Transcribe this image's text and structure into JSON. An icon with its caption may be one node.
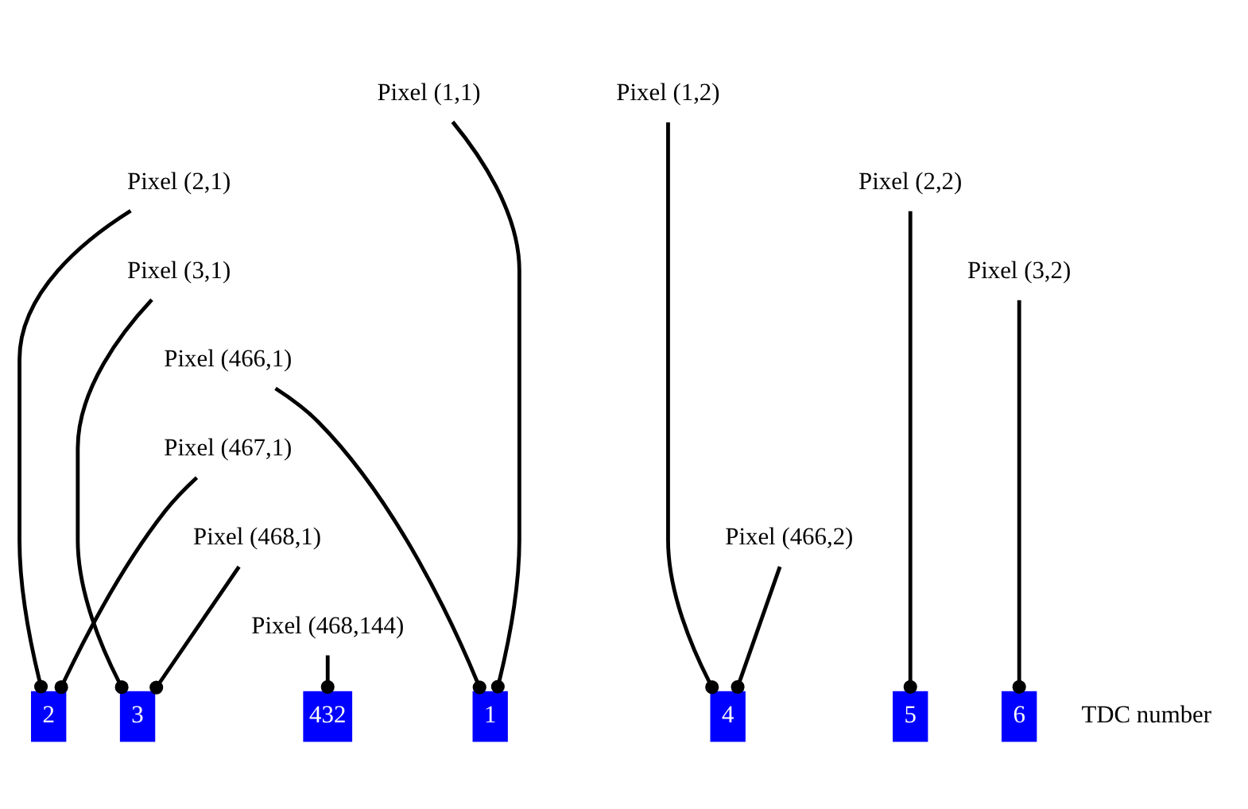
{
  "diagram": {
    "nodes": [
      {
        "text": [
          "Pixel (1,1)"
        ]
      },
      {
        "text": [
          "Pixel (1,2)"
        ]
      },
      {
        "text": [
          "Pixel (2,1)"
        ]
      },
      {
        "text": [
          "Pixel (2,2)"
        ]
      },
      {
        "text": [
          "Pixel (3,1)"
        ]
      },
      {
        "text": [
          "Pixel (3,2)"
        ]
      },
      {
        "text": [
          "Pixel (466,1)"
        ]
      },
      {
        "text": [
          "Pixel (467,1)"
        ]
      },
      {
        "text": [
          "Pixel (468,1)"
        ]
      },
      {
        "text": [
          "Pixel (466,2)"
        ]
      },
      {
        "text": [
          "Pixel (468,144)"
        ]
      },
      {
        "text": [
          "1"
        ]
      },
      {
        "text": [
          "2"
        ]
      },
      {
        "text": [
          "3"
        ]
      },
      {
        "text": [
          "4"
        ]
      },
      {
        "text": [
          "5"
        ]
      },
      {
        "text": [
          "6"
        ]
      },
      {
        "text": [
          "432"
        ]
      }
    ],
    "edges": [
      {
        "from": 0,
        "to": 11,
        "arrow": "other"
      },
      {
        "from": 1,
        "to": 14,
        "arrow": "other"
      },
      {
        "from": 2,
        "to": 12,
        "arrow": "other"
      },
      {
        "from": 3,
        "to": 15,
        "arrow": "other"
      },
      {
        "from": 4,
        "to": 13,
        "arrow": "other"
      },
      {
        "from": 5,
        "to": 16,
        "arrow": "other"
      },
      {
        "from": 6,
        "to": 11,
        "arrow": "other"
      },
      {
        "from": 7,
        "to": 12,
        "arrow": "other"
      },
      {
        "from": 8,
        "to": 13,
        "arrow": "other"
      },
      {
        "from": 9,
        "to": 14,
        "arrow": "other"
      },
      {
        "from": 10,
        "to": 17,
        "arrow": "other"
      }
    ],
    "labels": [
      "TDC number"
    ]
  }
}
